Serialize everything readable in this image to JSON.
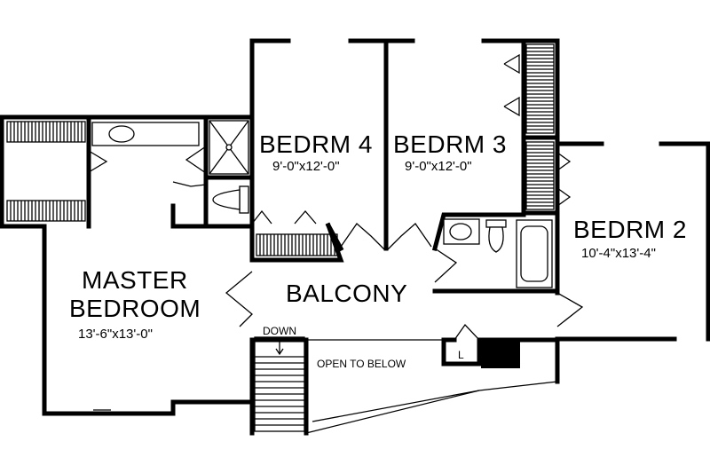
{
  "rooms": {
    "bedrm4": {
      "name": "BEDRM 4",
      "size": "9'-0\"x12'-0\""
    },
    "bedrm3": {
      "name": "BEDRM 3",
      "size": "9'-0\"x12'-0\""
    },
    "bedrm2": {
      "name": "BEDRM 2",
      "size": "10'-4\"x13'-4\""
    },
    "master": {
      "name_line1": "MASTER",
      "name_line2": "BEDROOM",
      "size": "13'-6\"x13'-0\""
    },
    "balcony": {
      "name": "BALCONY"
    }
  },
  "labels": {
    "down": "DOWN",
    "open_to_below": "OPEN TO BELOW",
    "linen": "L"
  }
}
